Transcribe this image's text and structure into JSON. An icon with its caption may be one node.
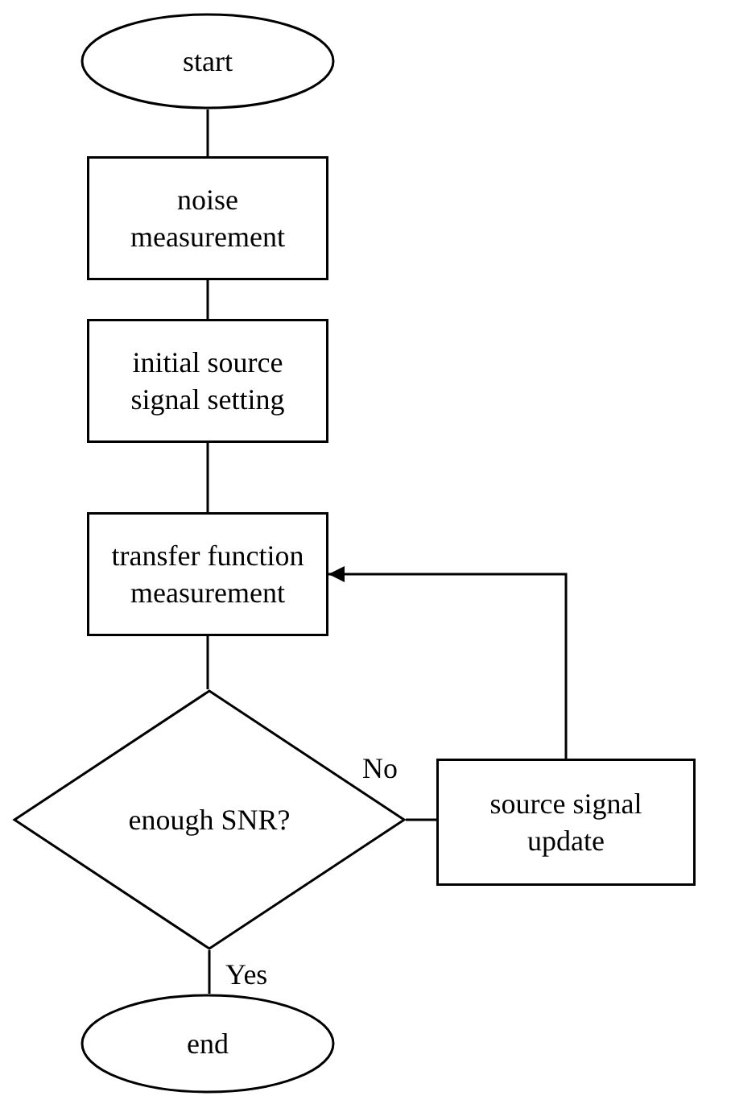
{
  "diagram": {
    "nodes": [
      {
        "text": [
          "start"
        ]
      },
      {
        "text": [
          "noise measurement"
        ]
      },
      {
        "text": [
          "initial source signal setting"
        ]
      },
      {
        "text": [
          "transfer function measurement"
        ]
      },
      {
        "text": [
          "enough SNR?"
        ]
      },
      {
        "text": [
          "source signal update"
        ]
      },
      {
        "text": [
          "end"
        ]
      }
    ],
    "edges": [
      {
        "from": 0,
        "to": 1,
        "arrow": "none"
      },
      {
        "from": 1,
        "to": 2,
        "arrow": "none"
      },
      {
        "from": 2,
        "to": 3,
        "arrow": "none"
      },
      {
        "from": 3,
        "to": 4,
        "arrow": "none"
      },
      {
        "from": 4,
        "to": 5,
        "arrow": "none",
        "label": "No"
      },
      {
        "from": 5,
        "to": 3,
        "arrow": "to"
      },
      {
        "from": 4,
        "to": 6,
        "arrow": "none",
        "label": "Yes"
      }
    ]
  }
}
